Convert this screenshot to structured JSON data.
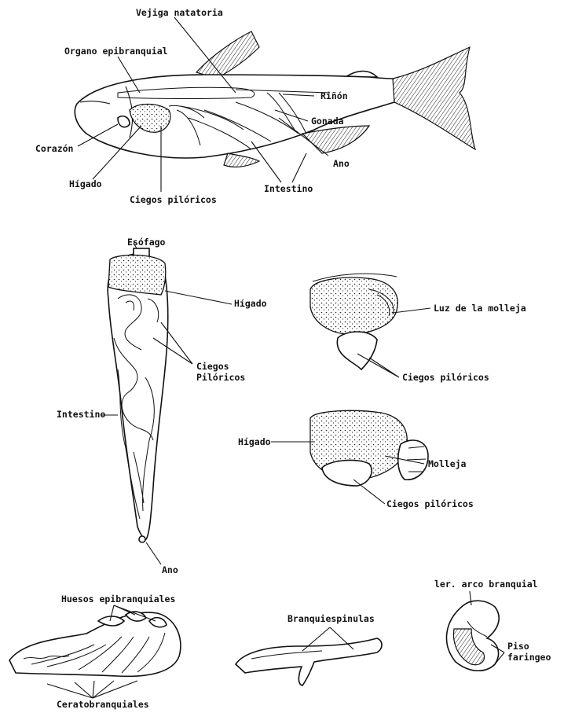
{
  "fish_labels": {
    "vejiga": "Vejiga natatoria",
    "organo": "Organo epibranquial",
    "rinon": "Riñón",
    "gonada": "Gonada",
    "corazon": "Corazón",
    "ano": "Ano",
    "higado": "Hígado",
    "intestino": "Intestino",
    "ciegos": "Ciegos pilóricos"
  },
  "gut_labels": {
    "esofago": "Esófago",
    "higado": "Hígado",
    "ciegos_1": "Ciegos",
    "ciegos_2": "Pilóricos",
    "intestino": "Intestino",
    "ano": "Ano"
  },
  "stomach_top_labels": {
    "luz": "Luz de la molleja",
    "ciegos": "Ciegos pilóricos"
  },
  "stomach_bottom_labels": {
    "higado": "Hígado",
    "molleja": "Molleja",
    "ciegos": "Ciegos pilóricos"
  },
  "gill_labels": {
    "huesos": "Huesos epibranquiales",
    "cerato": "Ceratobranquiales",
    "branquiesp": "Branquiespinulas",
    "arco": "ler. arco branquial",
    "piso_1": "Piso",
    "piso_2": "faringeo"
  }
}
